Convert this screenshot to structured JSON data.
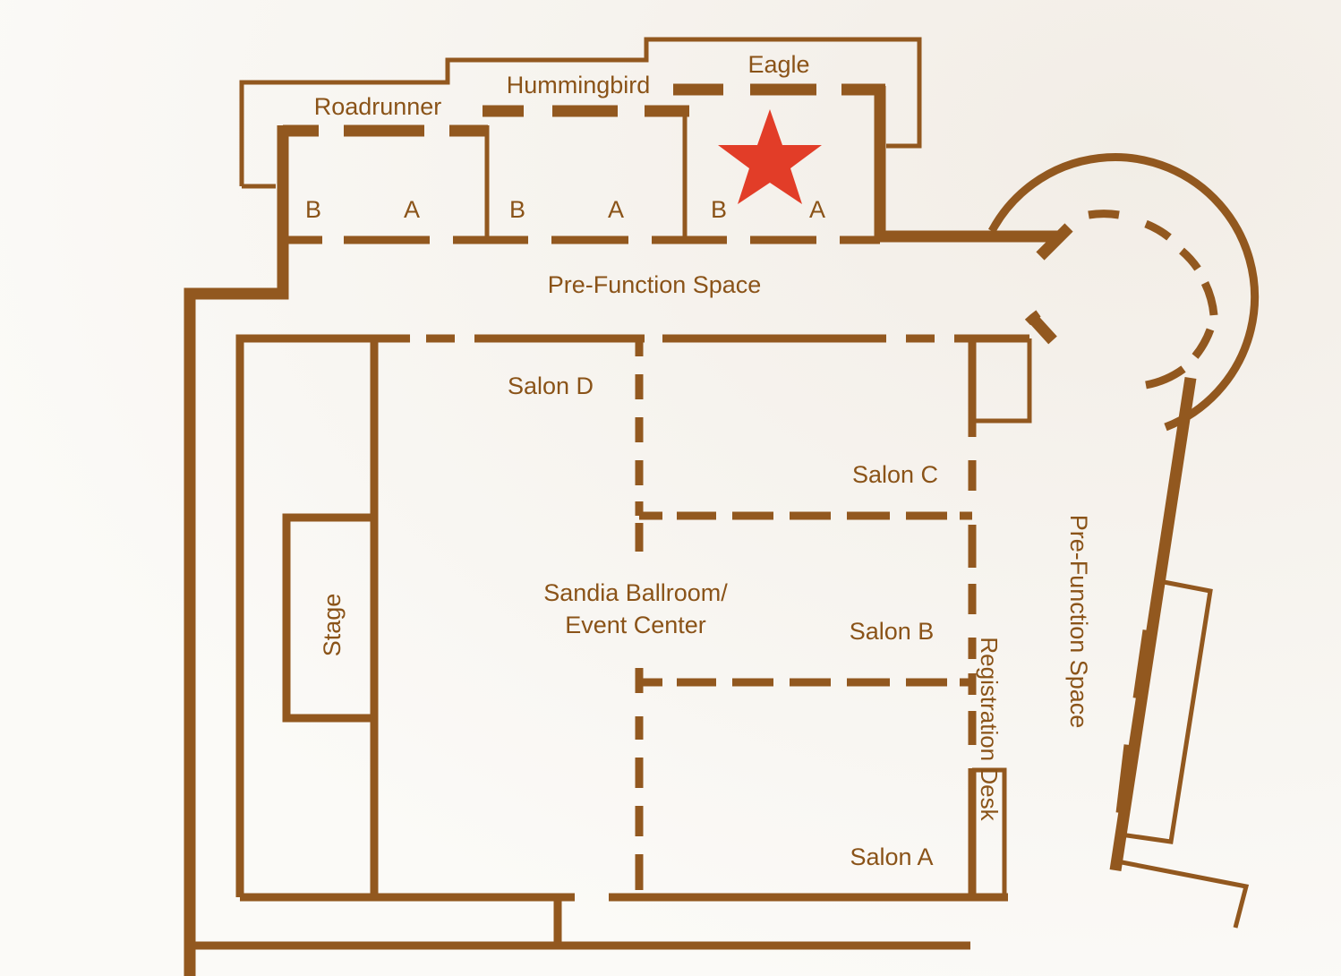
{
  "colors": {
    "wall": "#92581f",
    "label": "#8a5318",
    "marker": "#e23d28",
    "background": "#f8f5f0"
  },
  "rooms": {
    "roadrunner": {
      "name": "Roadrunner",
      "sections": [
        "B",
        "A"
      ]
    },
    "hummingbird": {
      "name": "Hummingbird",
      "sections": [
        "B",
        "A"
      ]
    },
    "eagle": {
      "name": "Eagle",
      "sections": [
        "B",
        "A"
      ]
    }
  },
  "prefunction_top": "Pre-Function Space",
  "prefunction_right": "Pre-Function Space",
  "ballroom": {
    "name_line1": "Sandia Ballroom/",
    "name_line2": "Event Center",
    "salons": [
      "Salon D",
      "Salon C",
      "Salon B",
      "Salon A"
    ]
  },
  "stage": "Stage",
  "registration": "Registration Desk",
  "marker": {
    "icon": "star-icon",
    "room": "Eagle"
  }
}
